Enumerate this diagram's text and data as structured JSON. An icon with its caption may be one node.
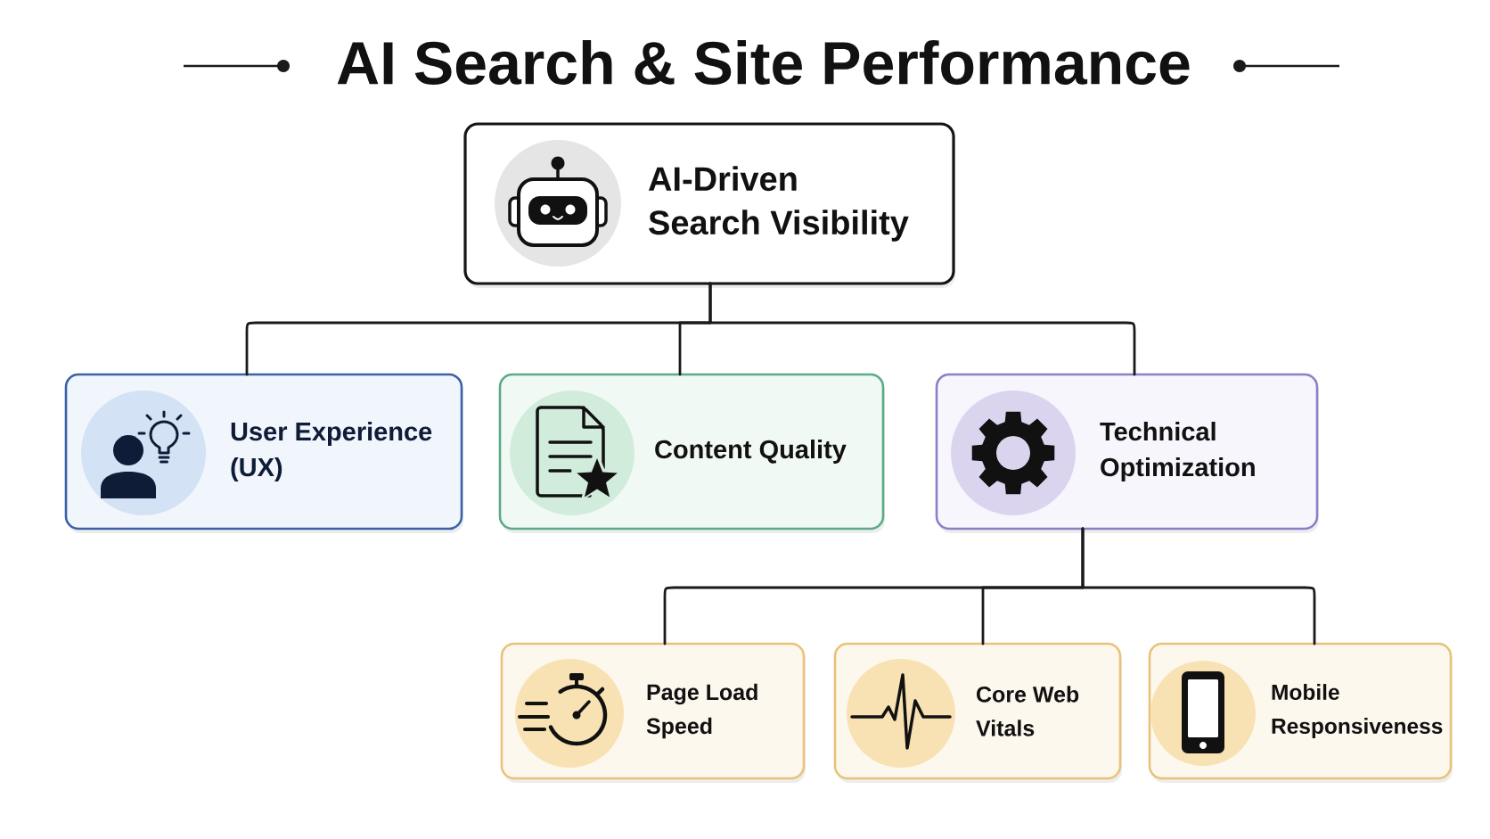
{
  "diagram": {
    "title": "AI Search & Site Performance",
    "nodes": [
      {
        "text": [
          "AI-Driven Search Visibility"
        ]
      },
      {
        "text": [
          "User Experience (UX)"
        ]
      },
      {
        "text": [
          "Content Quality"
        ]
      },
      {
        "text": [
          "Technical Optimization"
        ]
      },
      {
        "text": [
          "Page Load Speed"
        ]
      },
      {
        "text": [
          "Core Web Vitals"
        ]
      },
      {
        "text": [
          "Mobile Responsiveness"
        ]
      }
    ],
    "edges": [
      {
        "from": 0,
        "to": 1,
        "arrow": "none"
      },
      {
        "from": 0,
        "to": 2,
        "arrow": "none"
      },
      {
        "from": 0,
        "to": 3,
        "arrow": "none"
      },
      {
        "from": 3,
        "to": 4,
        "arrow": "none"
      },
      {
        "from": 3,
        "to": 5,
        "arrow": "none"
      },
      {
        "from": 3,
        "to": 6,
        "arrow": "none"
      }
    ]
  }
}
